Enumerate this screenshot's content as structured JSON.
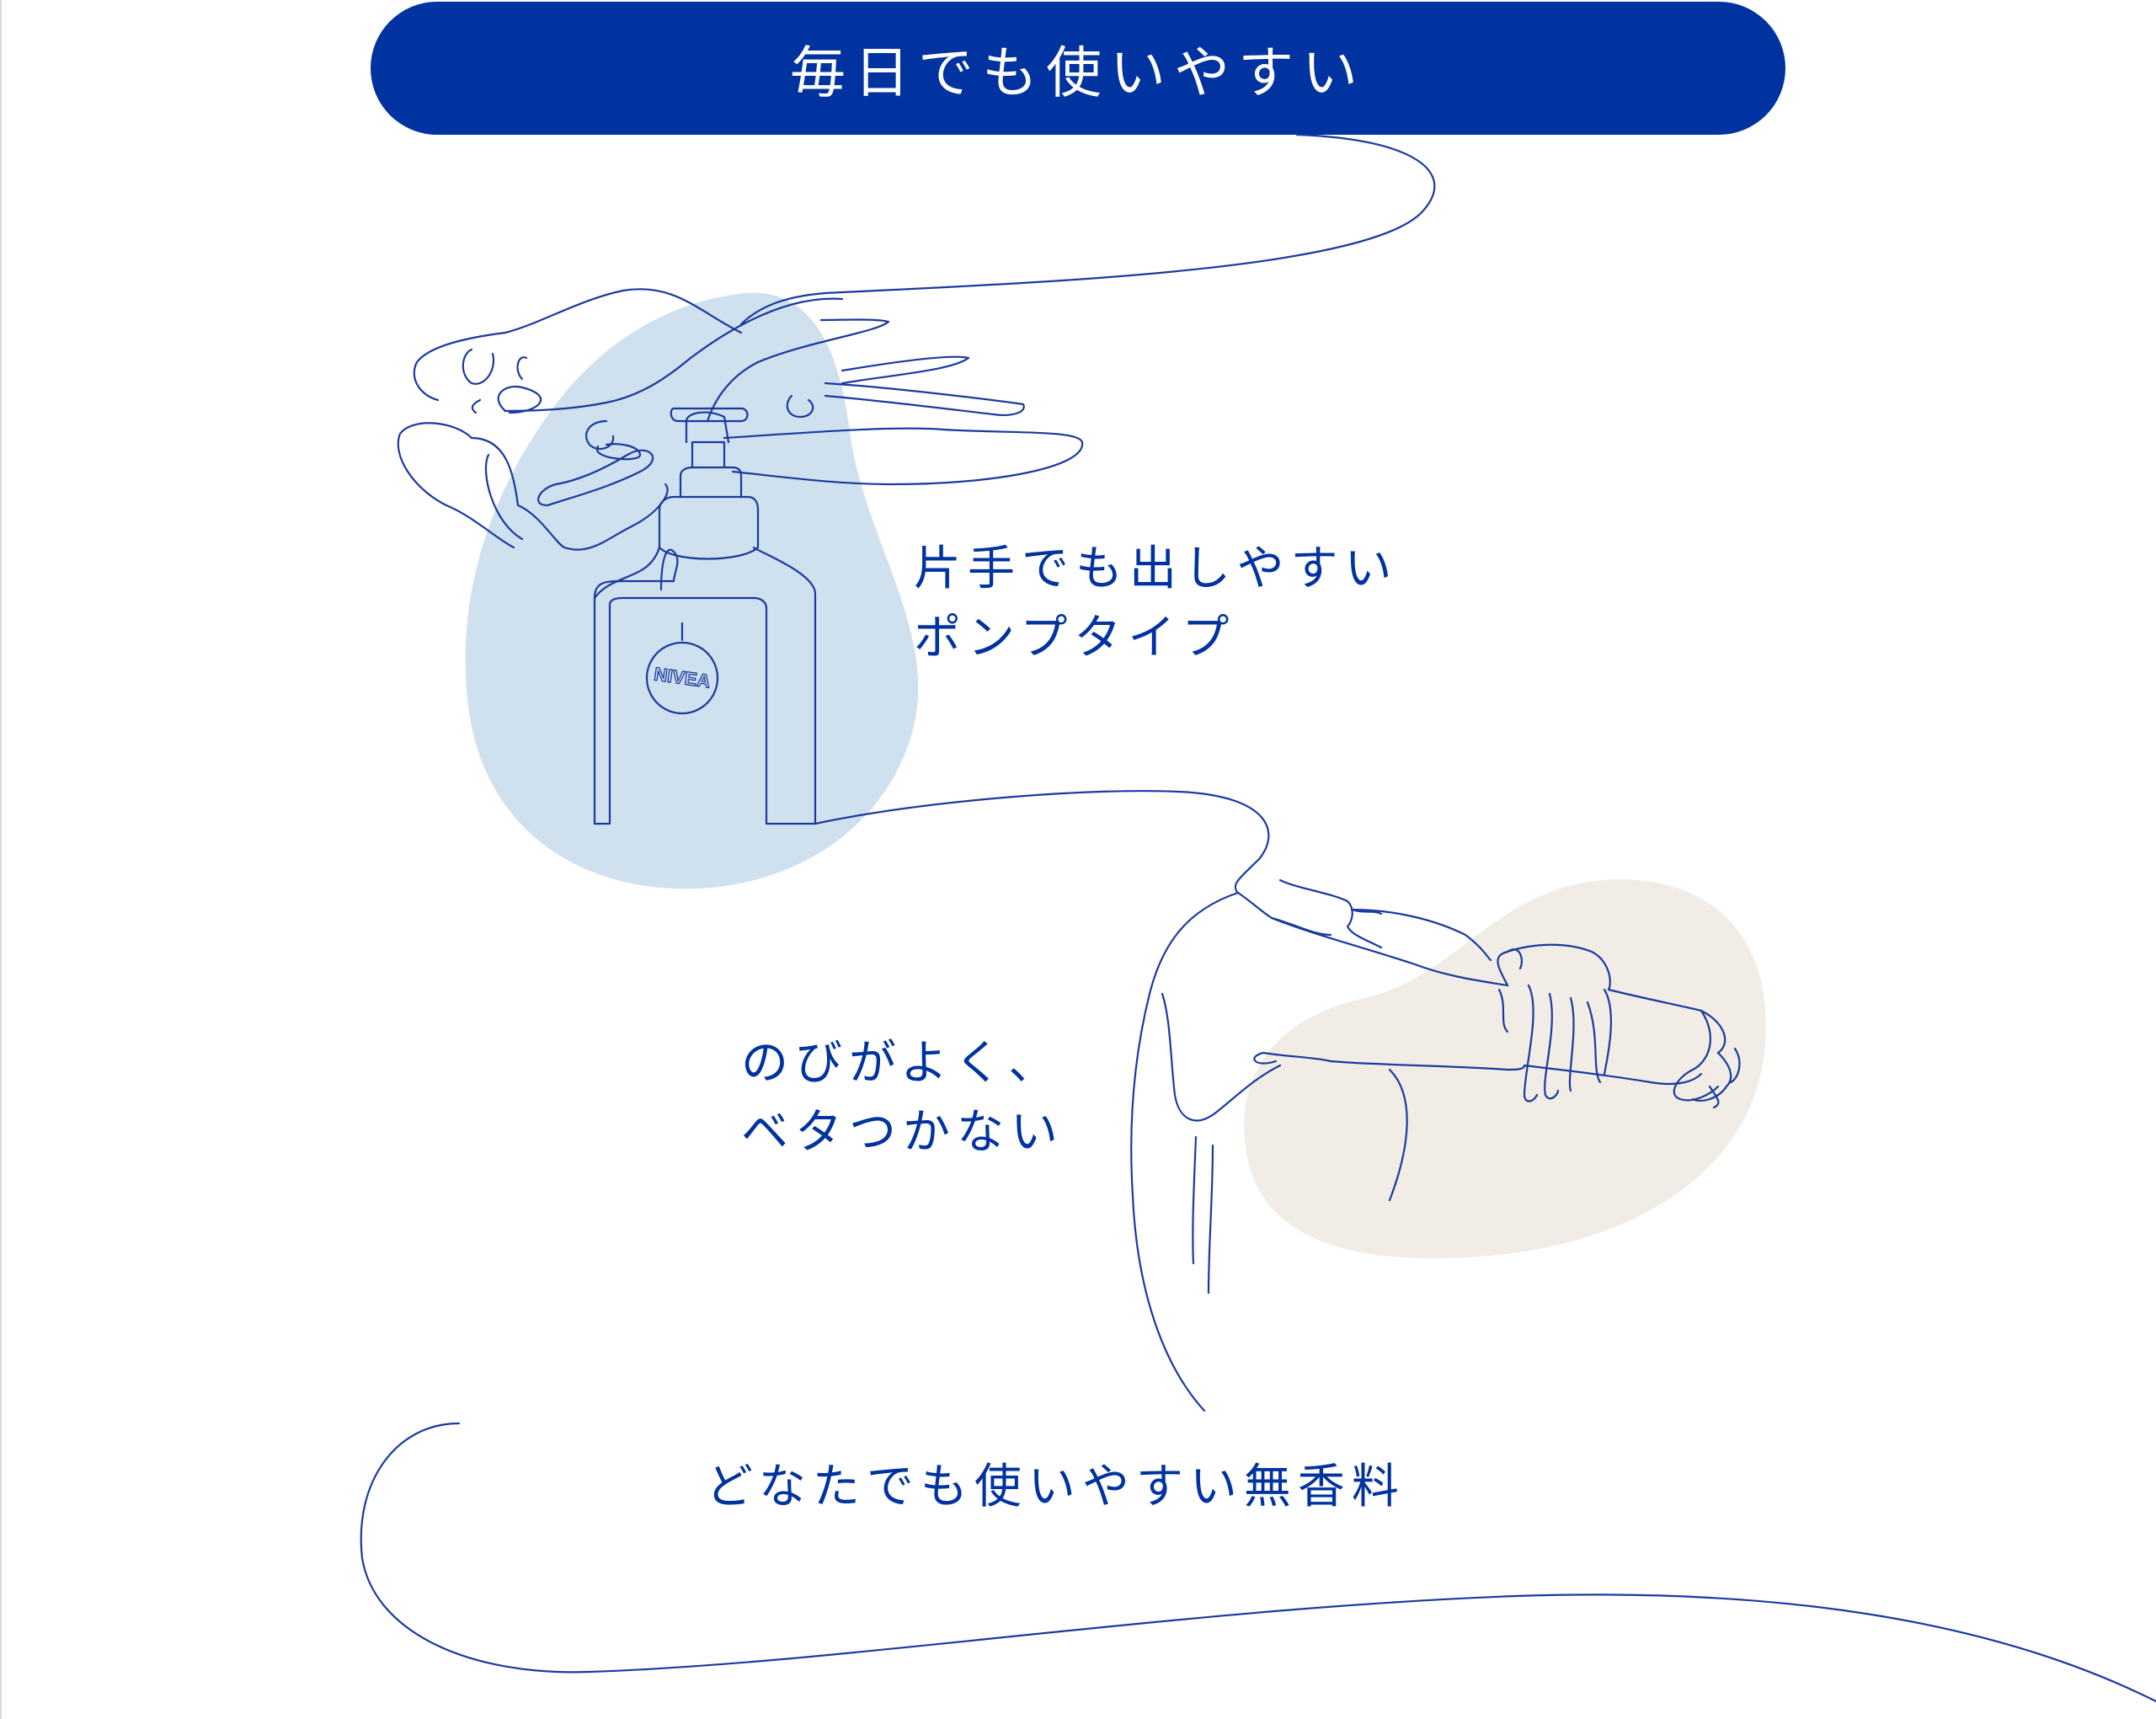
{
  "title": "毎日でも使いやすい",
  "features": [
    {
      "lines": [
        "片手でも出しやすい",
        "ポンプタイプ"
      ]
    },
    {
      "lines": [
        "のびがよく、",
        "ベタつかない"
      ]
    },
    {
      "lines": [
        "どなたでも使いやすい無香料"
      ]
    }
  ],
  "bottle_logo": "NIVEA",
  "colors": {
    "brand_blue": "#0033a0",
    "blob_blue": "#cfe0ef",
    "blob_beige": "#f1ece6",
    "line": "#1a3a9e"
  },
  "icons": [
    "pump-bottle-hand-illustration",
    "arm-applying-lotion-illustration"
  ]
}
